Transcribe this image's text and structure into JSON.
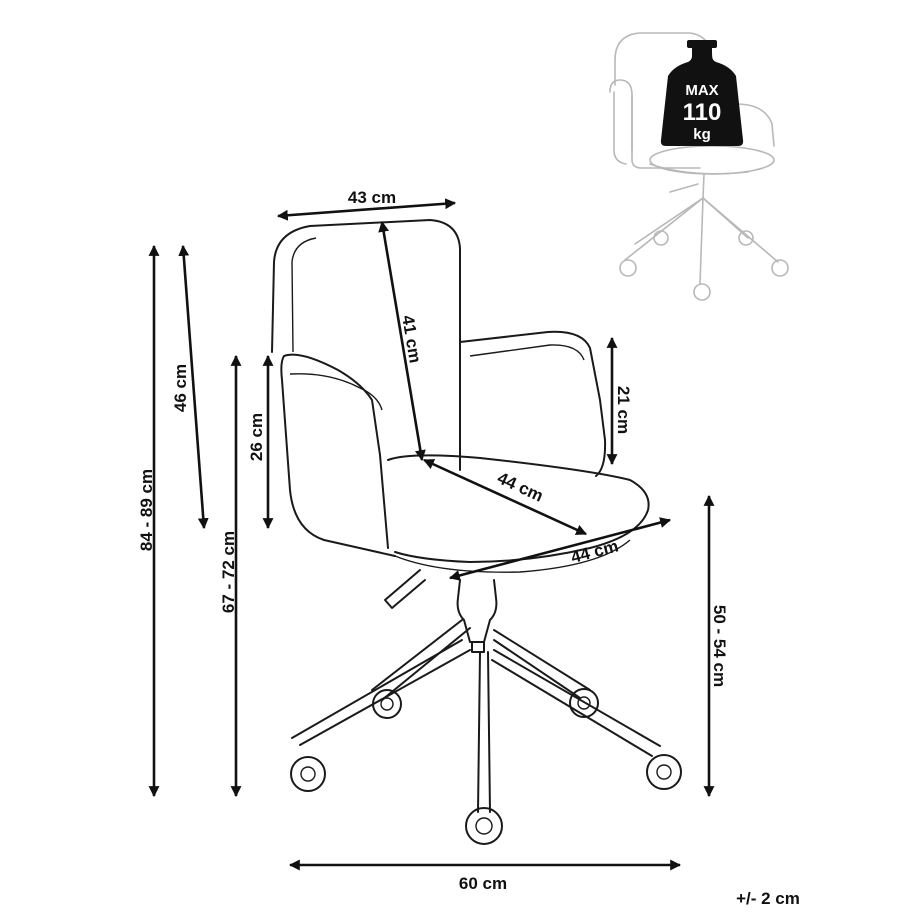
{
  "dimensions": {
    "total_height": "84 - 89 cm",
    "backrest_height": "46 cm",
    "armrest_floor_height": "67 - 72 cm",
    "armrest_inner_height": "26 cm",
    "back_width": "43 cm",
    "back_depth": "41 cm",
    "armrest_seat_height": "21 cm",
    "seat_depth": "44 cm",
    "seat_width": "44 cm",
    "seat_height": "50 - 54 cm",
    "base_width": "60 cm"
  },
  "tolerance": "+/- 2 cm",
  "max_load": {
    "line1": "MAX",
    "line2": "110",
    "line3": "kg"
  },
  "colors": {
    "line": "#1a1a1a",
    "ghost": "#b8b8b8",
    "weight_badge": "#111111"
  }
}
